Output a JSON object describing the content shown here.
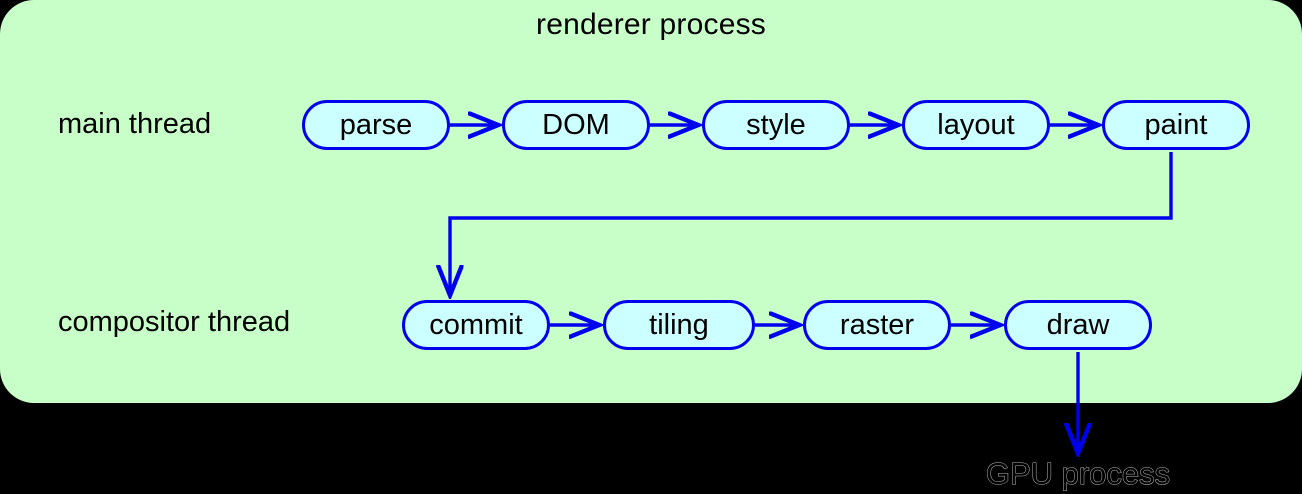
{
  "diagram": {
    "title": "renderer process",
    "background_color": "#000000",
    "panel_color": "#c8ffc8",
    "node_fill_color": "#ccffff",
    "node_border_color": "#0000ee",
    "connector_color": "#0000ee",
    "text_color": "#000000"
  },
  "rows": {
    "main_thread_label": "main thread",
    "compositor_thread_label": "compositor thread"
  },
  "nodes": {
    "parse": "parse",
    "dom": "DOM",
    "style": "style",
    "layout": "layout",
    "paint": "paint",
    "commit": "commit",
    "tiling": "tiling",
    "raster": "raster",
    "draw": "draw"
  },
  "external": {
    "gpu_process_label": "GPU process"
  },
  "chart_data": {
    "type": "diagram",
    "title": "renderer process",
    "lanes": [
      {
        "name": "main thread",
        "nodes": [
          "parse",
          "DOM",
          "style",
          "layout",
          "paint"
        ]
      },
      {
        "name": "compositor thread",
        "nodes": [
          "commit",
          "tiling",
          "raster",
          "draw"
        ]
      }
    ],
    "edges": [
      {
        "from": "parse",
        "to": "DOM",
        "style": "straight-arrow"
      },
      {
        "from": "DOM",
        "to": "style",
        "style": "straight-arrow"
      },
      {
        "from": "style",
        "to": "layout",
        "style": "straight-arrow"
      },
      {
        "from": "layout",
        "to": "paint",
        "style": "straight-arrow"
      },
      {
        "from": "paint",
        "to": "commit",
        "style": "elbow-arrow"
      },
      {
        "from": "commit",
        "to": "tiling",
        "style": "straight-arrow"
      },
      {
        "from": "tiling",
        "to": "raster",
        "style": "straight-arrow"
      },
      {
        "from": "raster",
        "to": "draw",
        "style": "straight-arrow"
      },
      {
        "from": "draw",
        "to": "GPU process",
        "style": "down-arrow"
      }
    ],
    "external_targets": [
      "GPU process"
    ]
  }
}
